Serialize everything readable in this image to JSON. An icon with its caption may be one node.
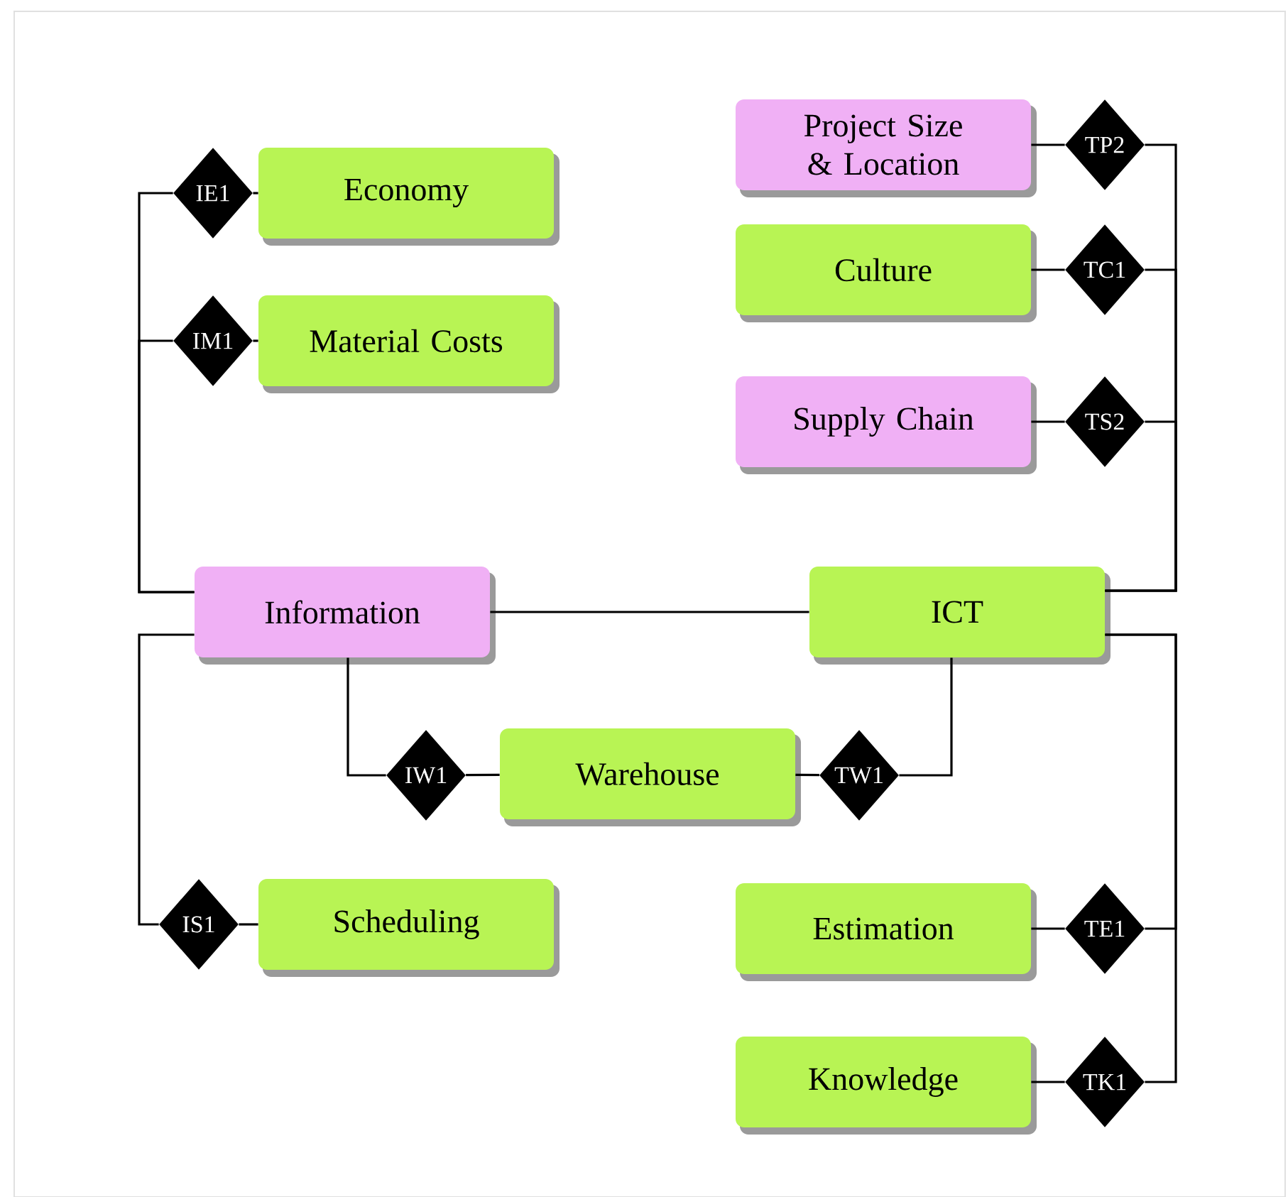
{
  "diagram": {
    "nodes": [
      {
        "text": [
          "Project Size & Location"
        ]
      },
      {
        "text": [
          "TP2"
        ]
      },
      {
        "text": [
          "Economy"
        ]
      },
      {
        "text": [
          "IE1"
        ]
      },
      {
        "text": [
          "Culture"
        ]
      },
      {
        "text": [
          "TC1"
        ]
      },
      {
        "text": [
          "Material Costs"
        ]
      },
      {
        "text": [
          "IM1"
        ]
      },
      {
        "text": [
          "Supply Chain"
        ]
      },
      {
        "text": [
          "TS2"
        ]
      },
      {
        "text": [
          "Information"
        ]
      },
      {
        "text": [
          "ICT"
        ]
      },
      {
        "text": [
          "IW1"
        ]
      },
      {
        "text": [
          "Warehouse"
        ]
      },
      {
        "text": [
          "TW1"
        ]
      },
      {
        "text": [
          "Scheduling"
        ]
      },
      {
        "text": [
          "IS1"
        ]
      },
      {
        "text": [
          "Estimation"
        ]
      },
      {
        "text": [
          "TE1"
        ]
      },
      {
        "text": [
          "Knowledge"
        ]
      },
      {
        "text": [
          "TK1"
        ]
      }
    ],
    "edges": [
      {
        "from": 3,
        "to": 2,
        "arrow": "none"
      },
      {
        "from": 10,
        "to": 3,
        "arrow": "none"
      },
      {
        "from": 7,
        "to": 6,
        "arrow": "none"
      },
      {
        "from": 10,
        "to": 7,
        "arrow": "none"
      },
      {
        "from": 0,
        "to": 1,
        "arrow": "none"
      },
      {
        "from": 1,
        "to": 11,
        "arrow": "none"
      },
      {
        "from": 4,
        "to": 5,
        "arrow": "none"
      },
      {
        "from": 5,
        "to": 11,
        "arrow": "none"
      },
      {
        "from": 8,
        "to": 9,
        "arrow": "none"
      },
      {
        "from": 9,
        "to": 11,
        "arrow": "none"
      },
      {
        "from": 10,
        "to": 11,
        "arrow": "none"
      },
      {
        "from": 10,
        "to": 12,
        "arrow": "none"
      },
      {
        "from": 12,
        "to": 13,
        "arrow": "none"
      },
      {
        "from": 13,
        "to": 14,
        "arrow": "none"
      },
      {
        "from": 14,
        "to": 11,
        "arrow": "none"
      },
      {
        "from": 10,
        "to": 16,
        "arrow": "none"
      },
      {
        "from": 16,
        "to": 15,
        "arrow": "none"
      },
      {
        "from": 11,
        "to": 18,
        "arrow": "none"
      },
      {
        "from": 18,
        "to": 17,
        "arrow": "none"
      },
      {
        "from": 11,
        "to": 20,
        "arrow": "none"
      },
      {
        "from": 20,
        "to": 19,
        "arrow": "none"
      }
    ]
  }
}
